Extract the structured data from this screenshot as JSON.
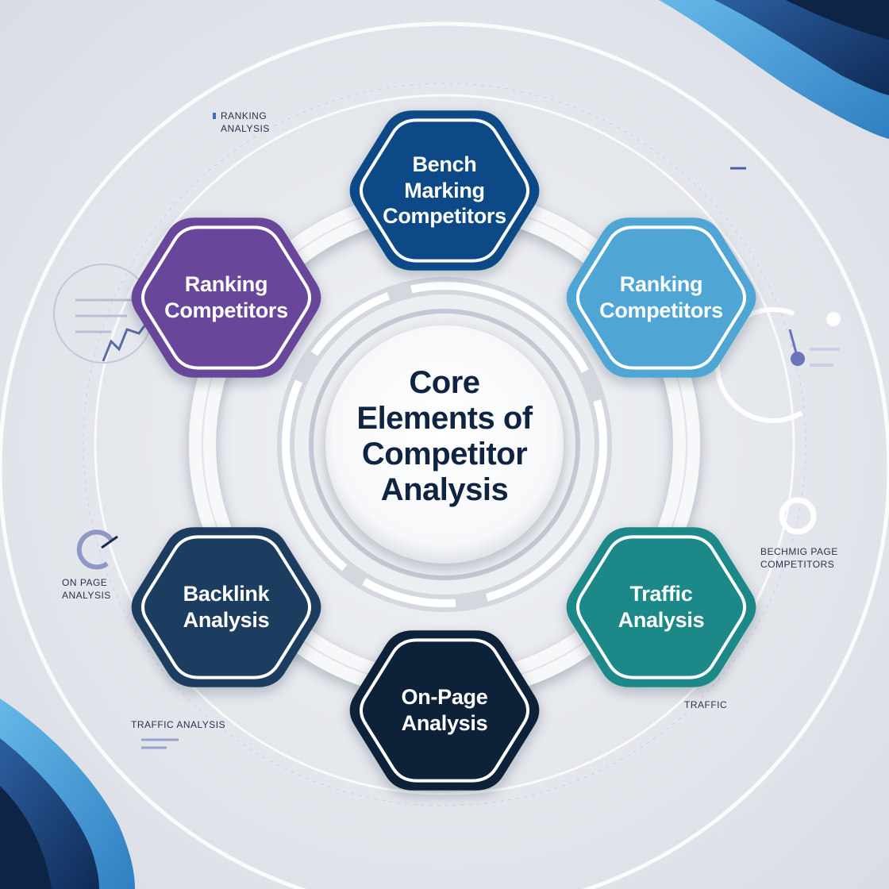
{
  "center": {
    "title": "Core\nElements of\nCompetitor\nAnalysis"
  },
  "nodes": [
    {
      "label": "Bench\nMarking\nCompetitors",
      "color": "#0d4a86"
    },
    {
      "label": "Ranking\nCompetitors",
      "color": "#67479a"
    },
    {
      "label": "Ranking\nCompetitors",
      "color": "#4fa5d4"
    },
    {
      "label": "Backlink\nAnalysis",
      "color": "#1d3c60"
    },
    {
      "label": "Traffic\nAnalysis",
      "color": "#1f8888"
    },
    {
      "label": "On-Page\nAnalysis",
      "color": "#0f2139"
    }
  ],
  "side_labels": {
    "top_left": "RANKING\nANALYSIS",
    "top_right": "",
    "left": "ON PAGE\nANALYSIS",
    "right": "BECHMIG PAGE\nCOMPETITORS",
    "bottom_left": "TRAFFIC ANALYSIS",
    "bottom_right": "TRAFFIC"
  },
  "colors": {
    "background": "#e4e7ec",
    "accent_dark": "#143a6b",
    "accent_light": "#4aa8dc",
    "text_dark": "#0f2440"
  }
}
